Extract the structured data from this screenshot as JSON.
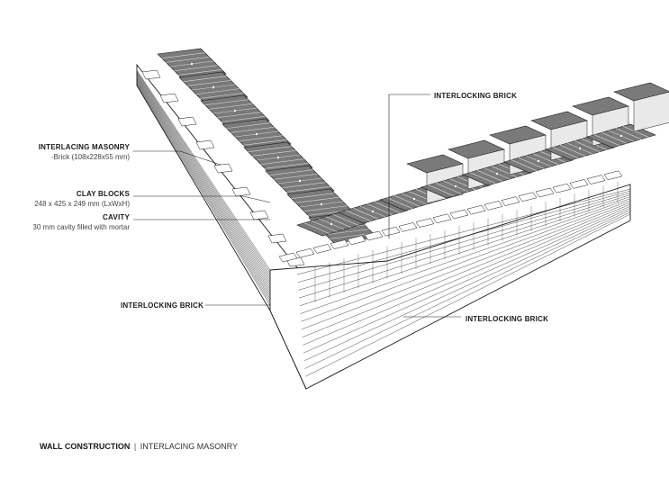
{
  "labels": {
    "masonry_title": "INTERLACING MASONRY",
    "masonry_sub": "-Brick (108x228x55 mm)",
    "clay_title": "CLAY BLOCKS",
    "clay_sub": "248 x 425 x 249 mm (LxWxH)",
    "cavity_title": "CAVITY",
    "cavity_sub": "30 mm cavity filled with mortar",
    "interlocking_top": "INTERLOCKING BRICK",
    "interlocking_left": "INTERLOCKING BRICK",
    "interlocking_right": "INTERLOCKING BRICK"
  },
  "caption": {
    "title": "WALL CONSTRUCTION",
    "separator": "|",
    "subtitle": "INTERLACING MASONRY"
  },
  "colors": {
    "line": "#1a1a1a",
    "block_fill": "#7a7a7a",
    "brick_fill": "#ffffff"
  }
}
